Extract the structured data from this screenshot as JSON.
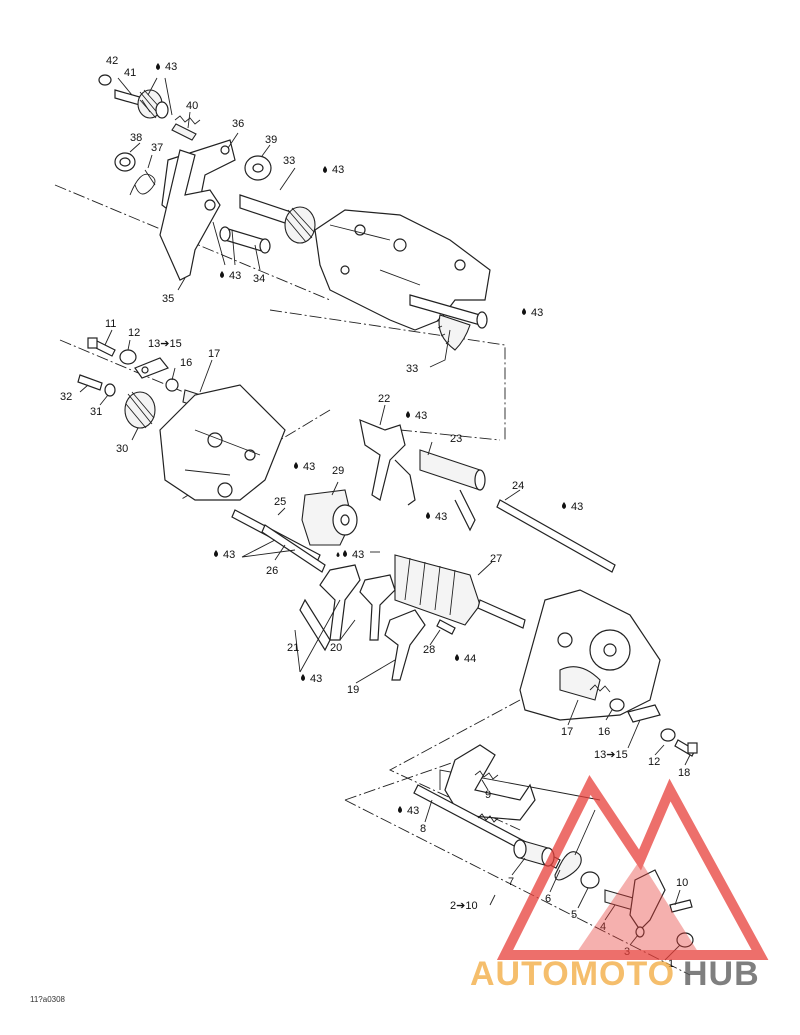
{
  "labels": {
    "l1": "1",
    "l2": "3",
    "l3": "4",
    "l4": "5",
    "l5": "6",
    "l6": "7",
    "l7": "8",
    "l8": "9",
    "l9": "10",
    "l10": "11",
    "l11": "12",
    "l12": "12",
    "l13": "13➔15",
    "l14": "13➔15",
    "l15": "16",
    "l16": "16",
    "l17": "17",
    "l18": "17",
    "l19": "18",
    "l20": "19",
    "l21": "20",
    "l22": "21",
    "l23": "22",
    "l24": "23",
    "l25": "24",
    "l26": "25",
    "l27": "26",
    "l28": "27",
    "l29": "28",
    "l30": "29",
    "l31": "30",
    "l32": "31",
    "l33": "32",
    "l34": "33",
    "l35": "33",
    "l36": "34",
    "l37": "35",
    "l38": "36",
    "l39": "37",
    "l40": "38",
    "l41": "39",
    "l42": "40",
    "l43": "41",
    "l44": "42",
    "l45": "2➔10"
  },
  "lube": {
    "m1": "43",
    "m2": "43",
    "m3": "43",
    "m4": "43",
    "m5": "43",
    "m6": "43",
    "m7": "43",
    "m8": "43",
    "m9": "43",
    "m10": "43",
    "m11": "43",
    "m12": "43",
    "m13": "44",
    "m14": "43"
  },
  "ref_code": "11?a0308",
  "watermark": {
    "part1": "AUTOMOTO",
    "part2": "HUB",
    "color_primary": "#e8403a",
    "color_secondary": "#f2a93b",
    "color_dark": "#555555"
  }
}
